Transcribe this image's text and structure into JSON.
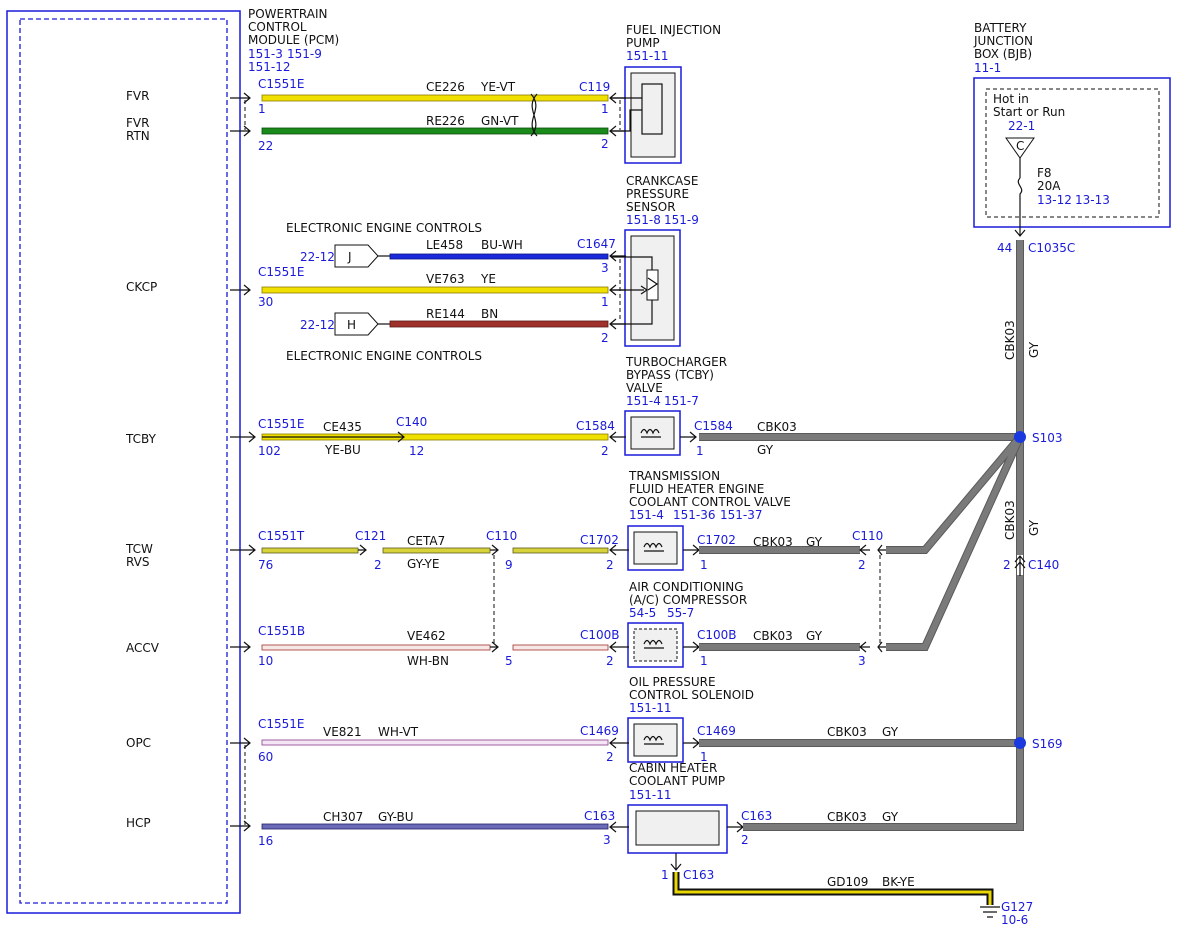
{
  "pcm": {
    "title_1": "POWERTRAIN",
    "title_2": "CONTROL",
    "title_3": "MODULE (PCM)",
    "ref_1": "151-3",
    "ref_2": "151-9",
    "ref_3": "151-12"
  },
  "pins": {
    "fvr": "FVR",
    "fvr_rtn_1": "FVR",
    "fvr_rtn_2": "RTN",
    "ckcp": "CKCP",
    "tcby": "TCBY",
    "tcw_1": "TCW",
    "tcw_2": "RVS",
    "accv": "ACCV",
    "opc": "OPC",
    "hcp": "HCP"
  },
  "fip": {
    "t1": "FUEL INJECTION",
    "t2": "PUMP",
    "ref": "151-11"
  },
  "ccp": {
    "t1": "CRANKCASE",
    "t2": "PRESSURE",
    "t3": "SENSOR",
    "ref1": "151-8",
    "ref2": "151-9"
  },
  "tcby": {
    "t1": "TURBOCHARGER",
    "t2": "BYPASS (TCBY)",
    "t3": "VALVE",
    "ref1": "151-4",
    "ref2": "151-7"
  },
  "tfh": {
    "t1": "TRANSMISSION",
    "t2": "FLUID HEATER ENGINE",
    "t3": "COOLANT CONTROL VALVE",
    "ref1": "151-4",
    "ref2": "151-36",
    "ref3": "151-37"
  },
  "ac": {
    "t1": "AIR CONDITIONING",
    "t2": "(A/C) COMPRESSOR",
    "ref1": "54-5",
    "ref2": "55-7"
  },
  "opcs": {
    "t1": "OIL PRESSURE",
    "t2": "CONTROL SOLENOID",
    "ref": "151-11"
  },
  "chp": {
    "t1": "CABIN HEATER",
    "t2": "COOLANT PUMP",
    "ref": "151-11"
  },
  "bjb": {
    "t1": "BATTERY",
    "t2": "JUNCTION",
    "t3": "BOX (BJB)",
    "ref": "11-1",
    "hot_1": "Hot in",
    "hot_2": "Start or Run",
    "src_ref": "22-1",
    "src_letter": "C",
    "fuse": "F8",
    "amps": "20A",
    "fref1": "13-12",
    "fref2": "13-13"
  },
  "eec": {
    "label": "ELECTRONIC ENGINE CONTROLS",
    "j_ref": "22-12",
    "j": "J",
    "h_ref": "22-12",
    "h": "H"
  },
  "c": {
    "c1551e": "C1551E",
    "c1551t": "C1551T",
    "c1551b": "C1551B",
    "c119": "C119",
    "c1647": "C1647",
    "c140": "C140",
    "c1584": "C1584",
    "c121": "C121",
    "c110": "C110",
    "c1702": "C1702",
    "c100b": "C100B",
    "c1469": "C1469",
    "c163": "C163",
    "c1035c": "C1035C",
    "s103": "S103",
    "s169": "S169",
    "g127": "G127",
    "g127_ref": "10-6"
  },
  "n": {
    "p1": "1",
    "p2": "2",
    "p3": "3",
    "p5": "5",
    "p9": "9",
    "p10": "10",
    "p12": "12",
    "p16": "16",
    "p22": "22",
    "p30": "30",
    "p44": "44",
    "p60": "60",
    "p76": "76",
    "p102": "102"
  },
  "w": {
    "ce226": "CE226",
    "yevt": "YE-VT",
    "re226": "RE226",
    "gnvt": "GN-VT",
    "le458": "LE458",
    "buwh": "BU-WH",
    "ve763": "VE763",
    "ye": "YE",
    "re144": "RE144",
    "bn": "BN",
    "ce435": "CE435",
    "yebu": "YE-BU",
    "cbk03": "CBK03",
    "gy": "GY",
    "ceta7": "CETA7",
    "gyye": "GY-YE",
    "ve462": "VE462",
    "whbn": "WH-BN",
    "ve821": "VE821",
    "whvt": "WH-VT",
    "ch307": "CH307",
    "gybu": "GY-BU",
    "gd109": "GD109",
    "bkye": "BK-YE"
  },
  "colors": {
    "connector_blue": "#1a1adb",
    "wire_yellow": "#f0e000",
    "wire_green": "#1a8a1a",
    "wire_blue": "#1a2adb",
    "wire_brown": "#a0302a",
    "wire_gray": "#7a7a7a",
    "splice": "#1a3ae0"
  }
}
